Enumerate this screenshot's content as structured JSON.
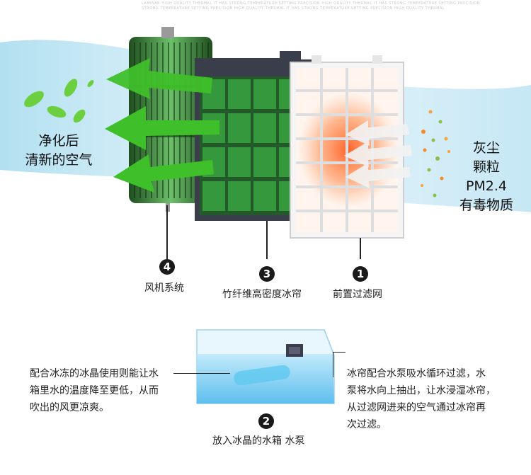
{
  "top_fineprint": [
    "LAMINAR HIGH QUALITY THERMAL IT HAS STRONG TEMPERATURE SETTING PRECISION HIGH QUALITY THERMAL IT HAS STRONG TEMPERATURE SETTING PRECISION",
    "STRONG TEMPERATURE SETTING PRECISION HIGH QUALITY THERMAL IT HAS STRONG TEMPERATURE SETTING PRECISION HIGH QUALITY THERMAL"
  ],
  "left_caption": [
    "净化后",
    "清新的空气"
  ],
  "right_caption": [
    "灰尘",
    "颗粒",
    "PM2.4",
    "有毒物质"
  ],
  "components": [
    {
      "number": "4",
      "label": "风机系统"
    },
    {
      "number": "3",
      "label": "竹纤维高密度冰帘"
    },
    {
      "number": "1",
      "label": "前置过滤网"
    },
    {
      "number": "2",
      "label": "放入冰晶的水箱  水泵"
    }
  ],
  "left_note": [
    "配合冰冻的冰晶使用则能让水",
    "箱里水的温度降至更低，从而",
    "吹出的风更凉爽。"
  ],
  "right_note": [
    "冰帘配合水泵吸水循环过滤，水",
    "泵将水向上抽出，让水浸湿冰帘，",
    "从过滤网进来的空气通过冰帘再",
    "次过滤。"
  ],
  "colors": {
    "arrow_green": "#3fbf2a",
    "arrow_white": "#f2f2f2",
    "heat_orange": "#ff6a2a",
    "water_blue": "#8fd6f5",
    "fan_green": "#2d8a2d",
    "frame_dark": "#3a3d4a"
  },
  "icons": [
    "leaf-icon",
    "dust-particle-icon",
    "fan-icon",
    "water-pump-icon"
  ]
}
